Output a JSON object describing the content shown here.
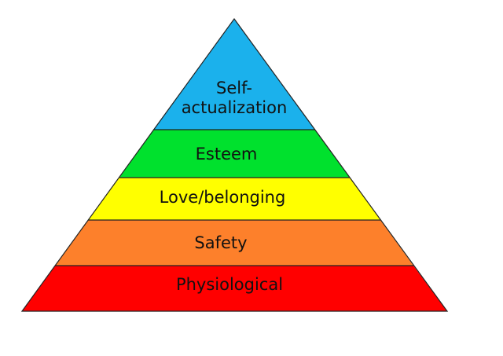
{
  "tiers": [
    {
      "label_lines": [
        "Self-",
        "actualization"
      ],
      "color": "#1bb1ec"
    },
    {
      "label_lines": [
        "Esteem"
      ],
      "color": "#00e12d"
    },
    {
      "label_lines": [
        "Love/belonging"
      ],
      "color": "#ffff00"
    },
    {
      "label_lines": [
        "Safety"
      ],
      "color": "#fd802b"
    },
    {
      "label_lines": [
        "Physiological"
      ],
      "color": "#ff0000"
    }
  ],
  "outline_color": "#222222"
}
